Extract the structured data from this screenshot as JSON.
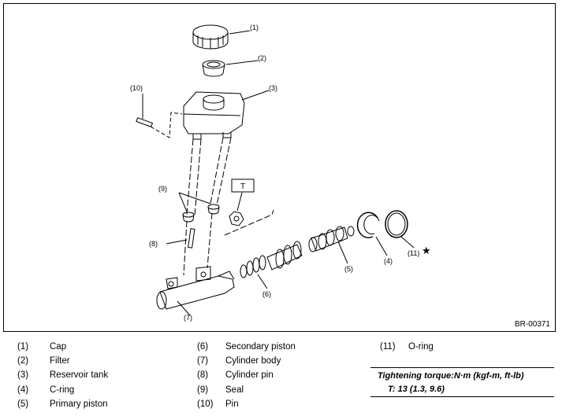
{
  "diagram": {
    "callouts": {
      "c1": "(1)",
      "c2": "(2)",
      "c3": "(3)",
      "c4": "(4)",
      "c5": "(5)",
      "c6": "(6)",
      "c7": "(7)",
      "c8": "(8)",
      "c9": "(9)",
      "c10": "(10)",
      "c11": "(11)"
    },
    "t_box": "T",
    "star": "★",
    "ref_code": "BR-00371"
  },
  "legend": {
    "col1": [
      {
        "num": "(1)",
        "label": "Cap"
      },
      {
        "num": "(2)",
        "label": "Filter"
      },
      {
        "num": "(3)",
        "label": "Reservoir tank"
      },
      {
        "num": "(4)",
        "label": "C-ring"
      },
      {
        "num": "(5)",
        "label": "Primary piston"
      }
    ],
    "col2": [
      {
        "num": "(6)",
        "label": "Secondary piston"
      },
      {
        "num": "(7)",
        "label": "Cylinder body"
      },
      {
        "num": "(8)",
        "label": "Cylinder pin"
      },
      {
        "num": "(9)",
        "label": "Seal"
      },
      {
        "num": "(10)",
        "label": "Pin"
      }
    ],
    "col3": [
      {
        "num": "(11)",
        "label": "O-ring"
      }
    ]
  },
  "torque": {
    "title": "Tightening torque:N·m (kgf-m, ft-lb)",
    "value": "T:   13 (1.3, 9.6)"
  }
}
